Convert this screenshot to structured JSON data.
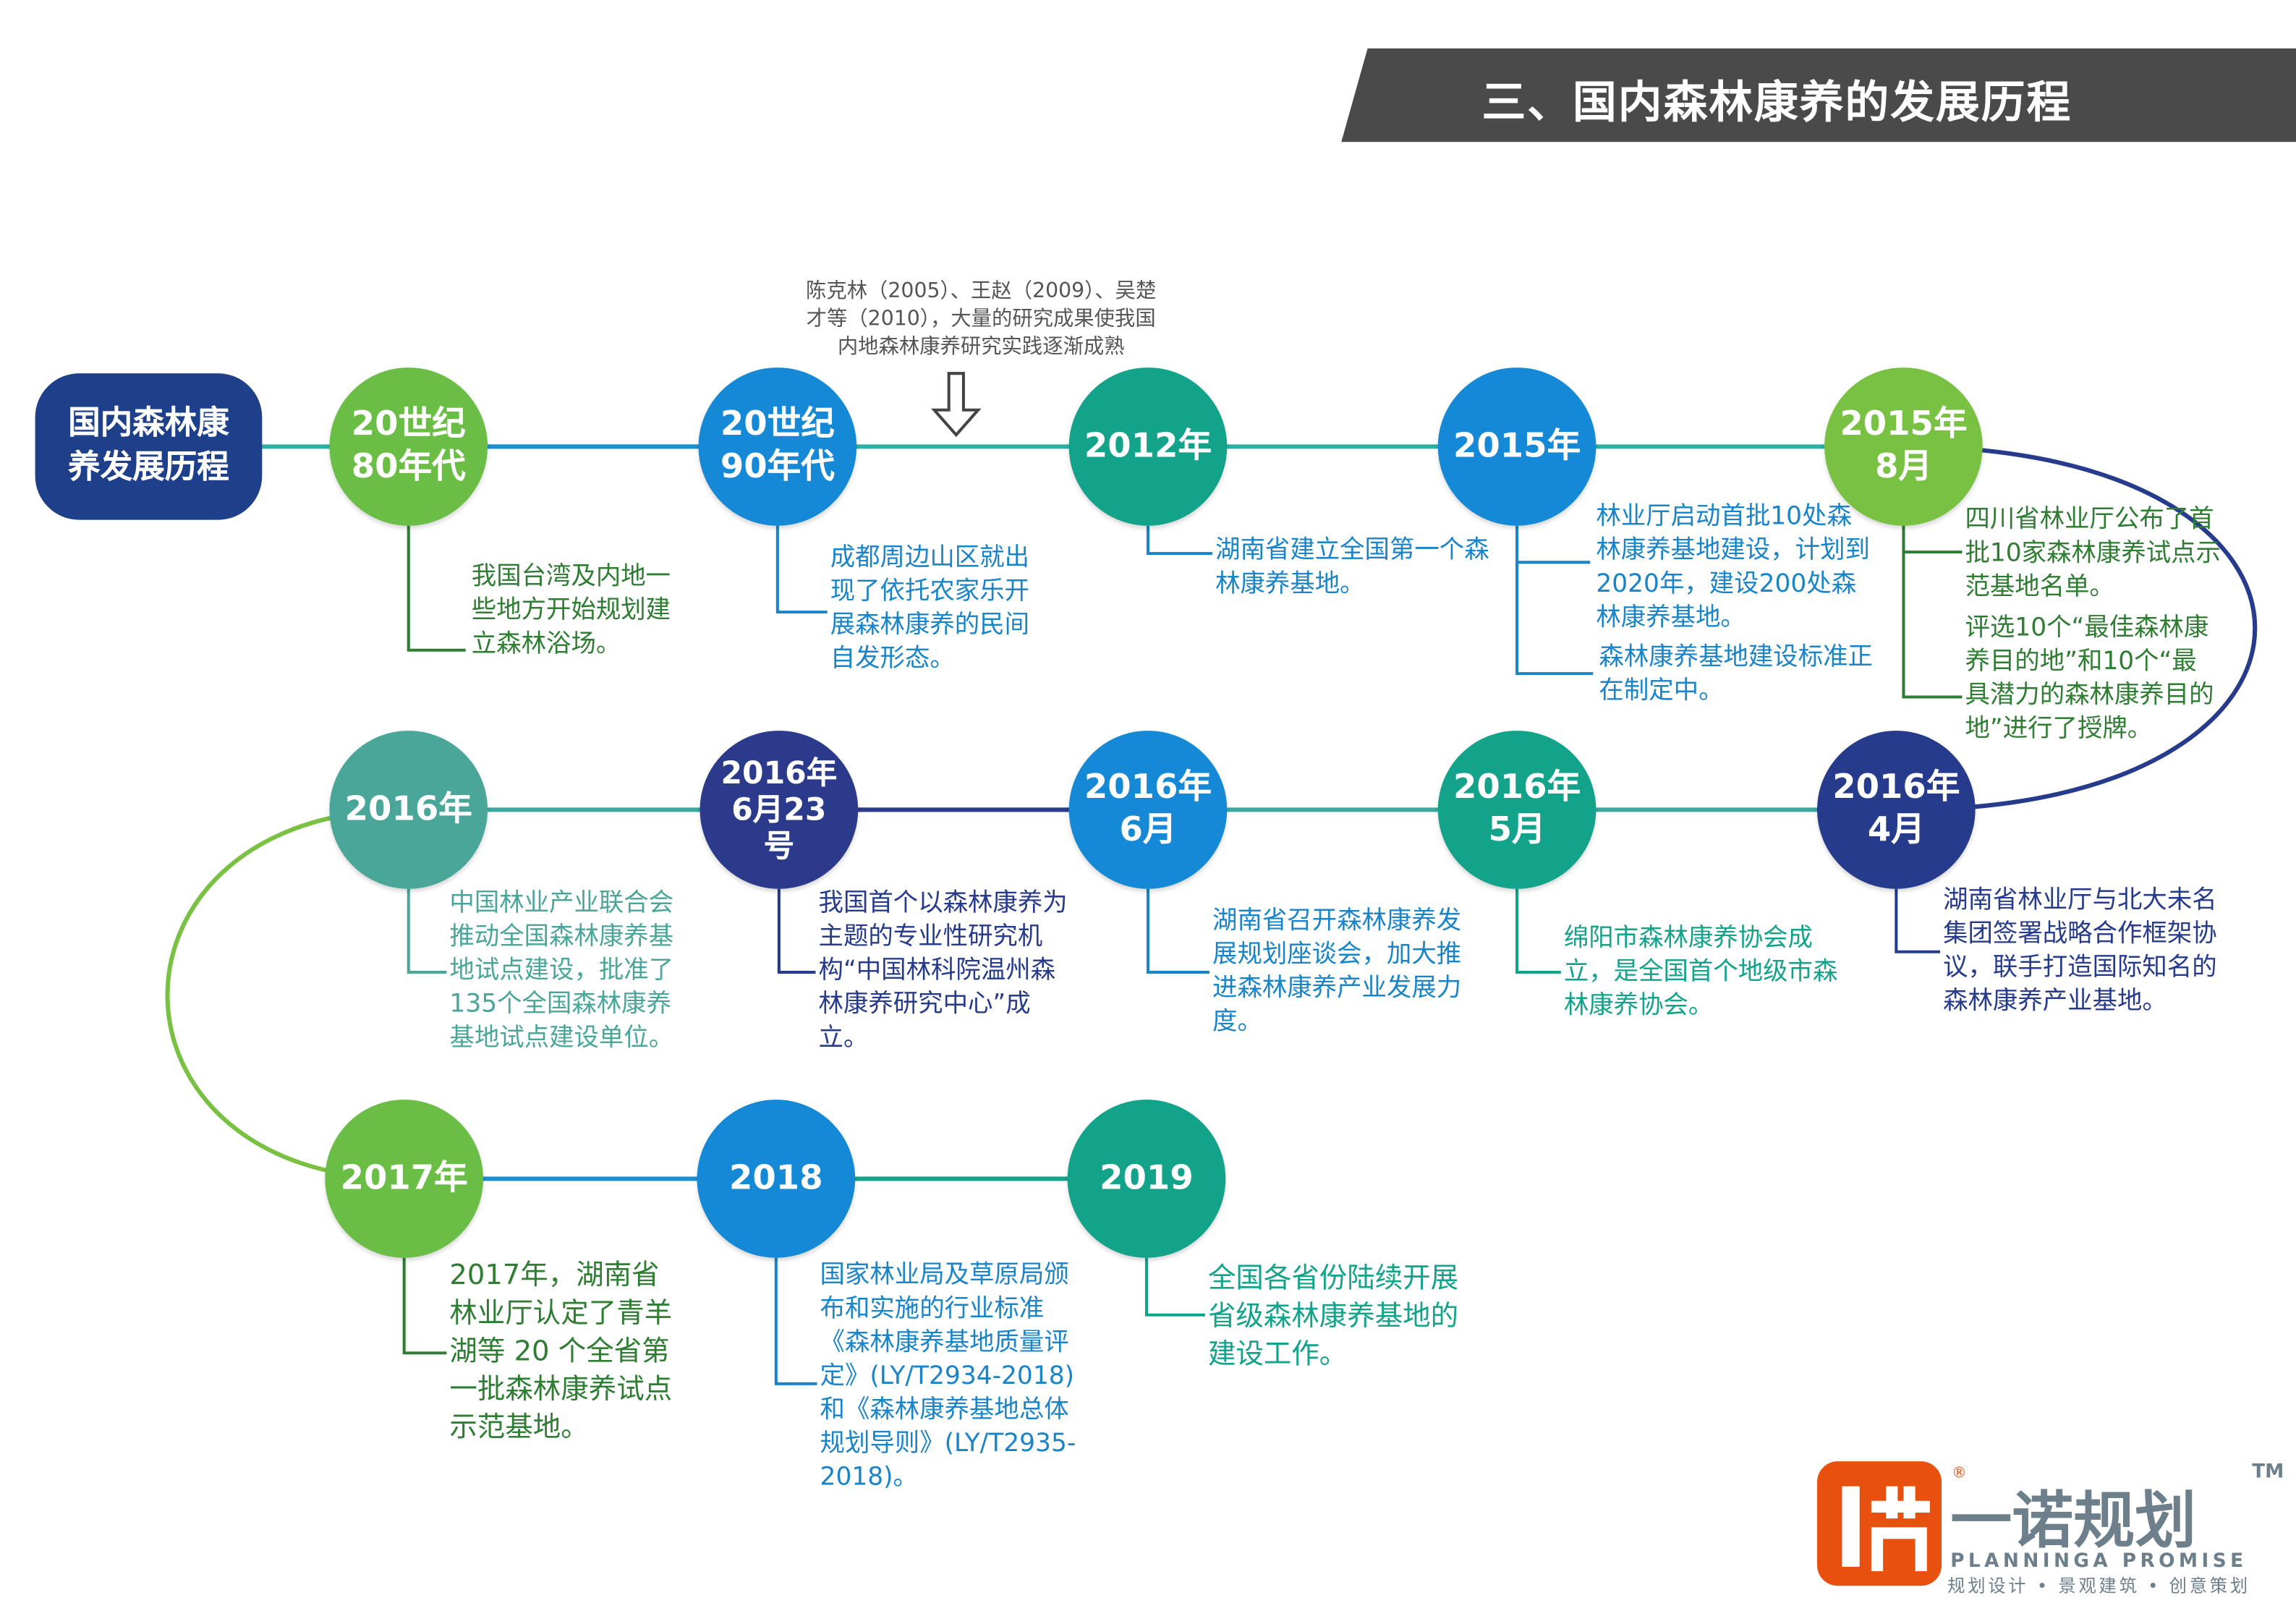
{
  "header": {
    "title": "三、国内森林康养的发展历程"
  },
  "start_label": "国内森林康\n养发展历程",
  "research_note": "陈克林（2005）、王赵（2009）、吴楚\n才等（2010），大量的研究成果使我国\n内地森林康养研究实践逐渐成熟",
  "milestones": [
    {
      "label": "20世纪\n80年代",
      "color": "#6abd45",
      "text": "我国台湾及内地一\n些地方开始规划建\n立森林浴场。",
      "text_color": "#2e7d32"
    },
    {
      "label": "20世纪\n90年代",
      "color": "#1689d6",
      "text": "成都周边山区就出\n现了依托农家乐开\n展森林康养的民间\n自发形态。",
      "text_color": "#1a84c8"
    },
    {
      "label": "2012年",
      "color": "#13a28a",
      "text": "湖南省建立全国第一个森\n林康养基地。",
      "text_color": "#1a84c8"
    },
    {
      "label": "2015年",
      "color": "#1689d6",
      "text": "林业厅启动首批10处森\n林康养基地建设，计划到\n2020年，建设200处森\n林康养基地。",
      "text2": "森林康养基地建设标准正\n在制定中。",
      "text_color": "#1a84c8"
    },
    {
      "label": "2015年\n8月",
      "color": "#79c143",
      "text": "四川省林业厅公布了首\n批10家森林康养试点示\n范基地名单。",
      "text2": "评选10个“最佳森林康\n养目的地”和10个“最\n具潜力的森林康养目的\n地”进行了授牌。",
      "text_color": "#2e7d32"
    },
    {
      "label": "2016年\n4月",
      "color": "#273b8c",
      "text": "湖南省林业厅与北大未名\n集团签署战略合作框架协\n议，联手打造国际知名的\n森林康养产业基地。",
      "text_color": "#273b8c"
    },
    {
      "label": "2016年\n5月",
      "color": "#13a28a",
      "text": "绵阳市森林康养协会成\n立，是全国首个地级市森\n林康养协会。",
      "text_color": "#13a28a"
    },
    {
      "label": "2016年\n6月",
      "color": "#1689d6",
      "text": "湖南省召开森林康养发\n展规划座谈会，加大推\n进森林康养产业发展力\n度。",
      "text_color": "#1a84c8"
    },
    {
      "label": "2016年\n6月23\n号",
      "color": "#2b3a8a",
      "text": "我国首个以森林康养为\n主题的专业性研究机\n构“中国林科院温州森\n林康养研究中心”成\n立。",
      "text_color": "#273b8c"
    },
    {
      "label": "2016年",
      "color": "#4aa699",
      "text": "中国林业产业联合会\n推动全国森林康养基\n地试点建设，批准了\n135个全国森林康养\n基地试点建设单位。",
      "text_color": "#4aa699"
    },
    {
      "label": "2017年",
      "color": "#6abd45",
      "text": "2017年，湖南省\n林业厅认定了青羊\n湖等 20 个全省第\n一批森林康养试点\n示范基地。",
      "text_color": "#2e7d32"
    },
    {
      "label": "2018",
      "color": "#1689d6",
      "text": "国家林业局及草原局颁\n布和实施的行业标准\n《森林康养基地质量评\n定》(LY/T2934-2018)\n和《森林康养基地总体\n规划导则》(LY/T2935-\n2018)。",
      "text_color": "#1a84c8"
    },
    {
      "label": "2019",
      "color": "#13a28a",
      "text": "全国各省份陆续开展\n省级森林康养基地的\n建设工作。",
      "text_color": "#13a28a"
    }
  ],
  "logo": {
    "name": "一诺规划",
    "english": "PLANNINGA  PROMISE",
    "tagline": "规划设计 • 景观建筑 • 创意策划",
    "tm": "TM",
    "registered": "®",
    "brand_color": "#e8500f",
    "text_color": "#6e7f8c"
  }
}
